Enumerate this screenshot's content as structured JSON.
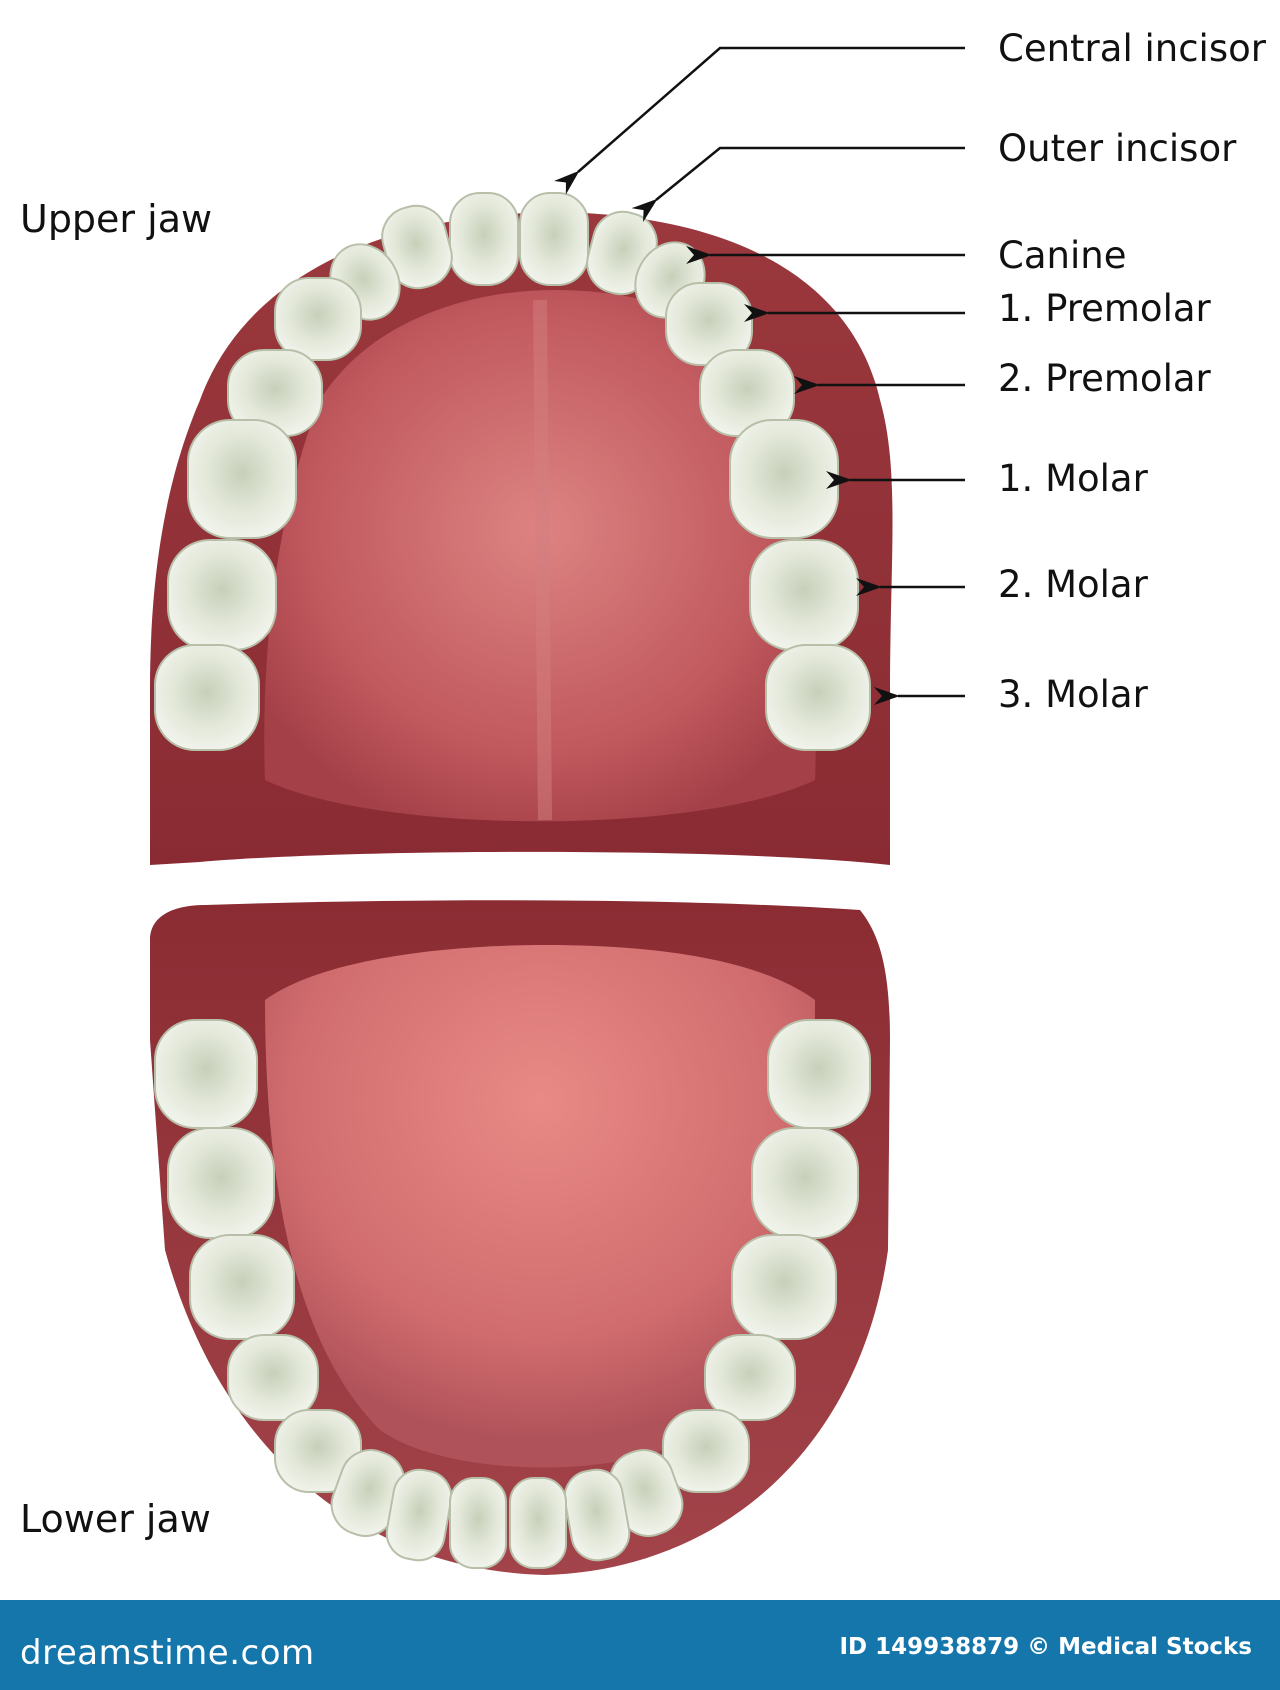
{
  "labels": {
    "upper_jaw": "Upper jaw",
    "lower_jaw": "Lower jaw",
    "teeth": [
      "Central incisor",
      "Outer incisor",
      "Canine",
      "1. Premolar",
      "2. Premolar",
      "1. Molar",
      "2. Molar",
      "3. Molar"
    ]
  },
  "watermark": {
    "brand": "dreamstime.com",
    "stock_id": "ID 149938879 © Medical Stocks"
  },
  "colors": {
    "gum_dark": "#8e2e34",
    "gum_mid": "#a8454a",
    "palate": "#c8676a",
    "tongue": "#dd7a78",
    "tooth": "#e8ecdf",
    "tooth_shade": "#c9d0bd",
    "footer": "#1576ac"
  }
}
